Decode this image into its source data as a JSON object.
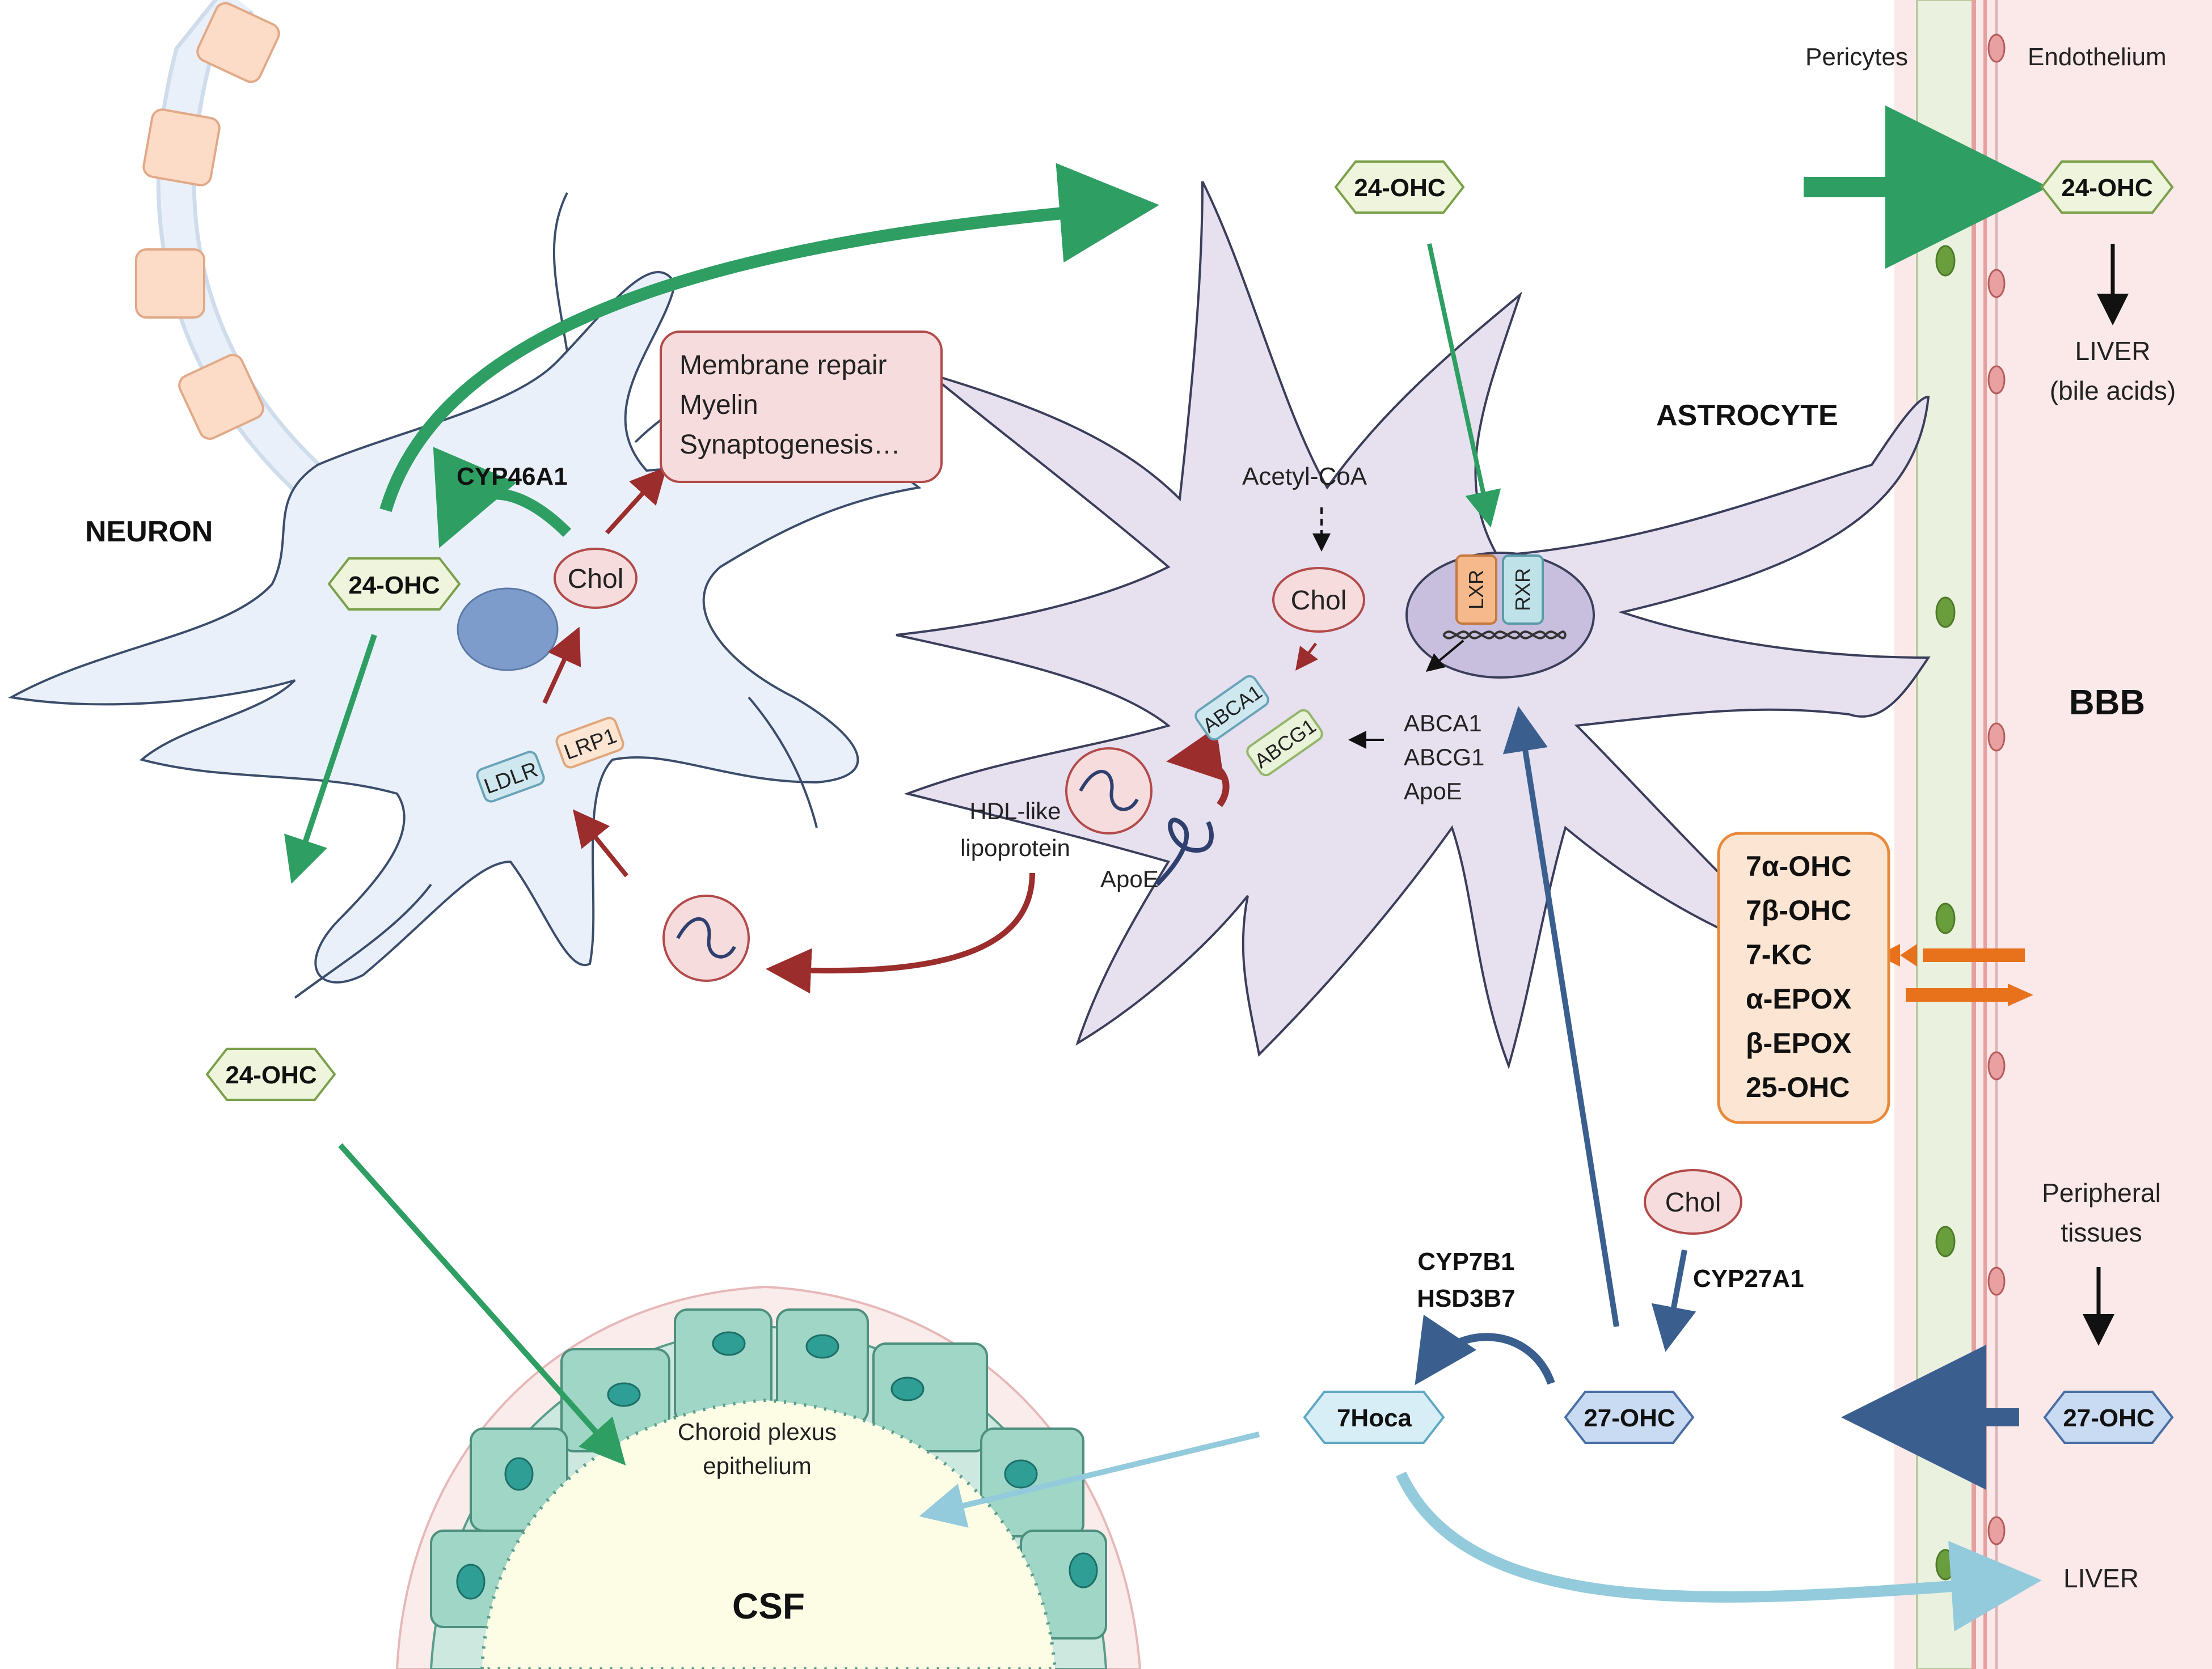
{
  "colors": {
    "green": "#2e9e62",
    "dark_red": "#9b2d2d",
    "navy": "#3a5f8f",
    "light_blue": "#93cbdc",
    "orange": "#e8721c",
    "hex_green_fill": "#eef5dc",
    "hex_green_stroke": "#7aa04a",
    "hex_blue_fill": "#c9dbf2",
    "hex_blue_stroke": "#4a6fa5",
    "hex_cyan_fill": "#d8eef6",
    "neuron_fill": "#e9f0fa",
    "astro_fill": "#e6e0ef",
    "bbb_fill": "#fbe7e7"
  },
  "labels": {
    "neuron": "NEURON",
    "astrocyte": "ASTROCYTE",
    "pericytes": "Pericytes",
    "endothelium": "Endothelium",
    "bbb": "BBB",
    "csf": "CSF",
    "choroid_line1": "Choroid plexus",
    "choroid_line2": "epithelium",
    "liver_line1": "LIVER",
    "liver_line2": "(bile acids)",
    "liver_bottom": "LIVER",
    "peripheral_line1": "Peripheral",
    "peripheral_line2": "tissues",
    "acetyl_coa": "Acetyl-CoA",
    "hdl_line1": "HDL-like",
    "hdl_line2": "lipoprotein",
    "apoe": "ApoE",
    "genes_1": "ABCA1",
    "genes_2": "ABCG1",
    "genes_3": "ApoE"
  },
  "functions_box": {
    "line1": "Membrane repair",
    "line2": "Myelin",
    "line3": "Synaptogenesis…"
  },
  "enzymes": {
    "cyp46a1": "CYP46A1",
    "cyp7b1": "CYP7B1",
    "hsd3b7": "HSD3B7",
    "cyp27a1": "CYP27A1"
  },
  "molecules": {
    "ohc24": "24-OHC",
    "ohc27": "27-OHC",
    "hoca7": "7Hoca",
    "chol": "Chol"
  },
  "receptors": {
    "ldlr": "LDLR",
    "lrp1": "LRP1",
    "abca1": "ABCA1",
    "abcg1": "ABCG1",
    "lxr": "LXR",
    "rxr": "RXR"
  },
  "oxysterols_box": [
    "7α-OHC",
    "7β-OHC",
    "7-KC",
    "α-EPOX",
    "β-EPOX",
    "25-OHC"
  ]
}
